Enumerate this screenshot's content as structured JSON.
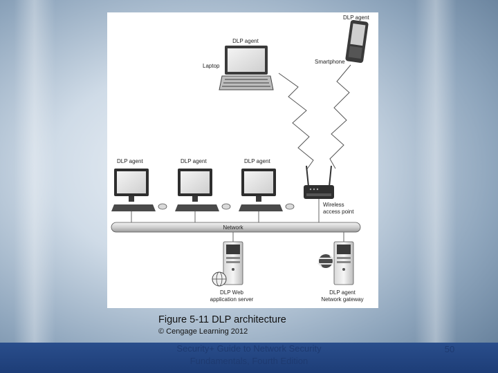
{
  "diagram": {
    "labels": {
      "smartphone_agent": "DLP agent",
      "smartphone": "Smartphone",
      "laptop_agent": "DLP agent",
      "laptop": "Laptop",
      "workstation_agent_1": "DLP agent",
      "workstation_agent_2": "DLP agent",
      "workstation_agent_3": "DLP agent",
      "access_point_line1": "Wireless",
      "access_point_line2": "access point",
      "network": "Network",
      "web_server_line1": "DLP Web",
      "web_server_line2": "application server",
      "gateway_line1": "DLP agent",
      "gateway_line2": "Network gateway"
    }
  },
  "caption": "Figure 5-11 DLP architecture",
  "copyright": "© Cengage Learning 2012",
  "footer": {
    "title": "Security+ Guide to Network Security Fundamentals, Fourth Edition",
    "slide_number": "50"
  },
  "colors": {
    "footer_bar": "#1d3d77",
    "footer_text": "#1e3a70",
    "panel": "#ffffff"
  }
}
